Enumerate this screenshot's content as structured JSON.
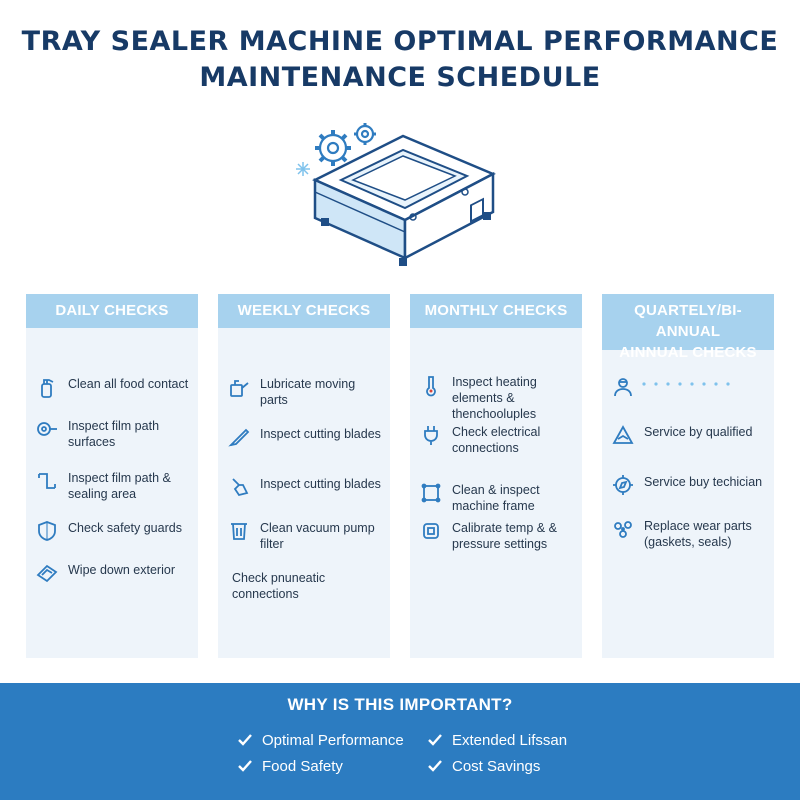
{
  "title": {
    "line1": "TRAY SEALER MACHINE OPTIMAL PERFORMANCE",
    "line2": "MAINTENANCE SCHEDULE"
  },
  "columns": [
    {
      "header": "DAILY CHECKS",
      "items": [
        {
          "icon": "spray-bottle-icon",
          "text": "Clean all food contact"
        },
        {
          "icon": "film-roll-icon",
          "text": "Inspect film path surfaces"
        },
        {
          "icon": "film-path-icon",
          "text": "Inspect film path & sealing area"
        },
        {
          "icon": "shield-icon",
          "text": "Check safety guards"
        },
        {
          "icon": "cloth-icon",
          "text": "Wipe down exterior"
        }
      ]
    },
    {
      "header": "WEEKLY CHECKS",
      "items": [
        {
          "icon": "oil-can-icon",
          "text": "Lubricate moving parts"
        },
        {
          "icon": "blade-icon",
          "text": "Inspect cutting blades"
        },
        {
          "icon": "blade-holder-icon",
          "text": "Inspect cutting blades"
        },
        {
          "icon": "filter-icon",
          "text": "Clean vacuum pump filter"
        },
        {
          "icon": "",
          "text": "Check pnuneatic connections"
        }
      ]
    },
    {
      "header": "MONTHLY CHECKS",
      "items": [
        {
          "icon": "thermometer-icon",
          "text": "Inspect heating elements & thenchooluples"
        },
        {
          "icon": "plug-icon",
          "text": "Check electrical connections"
        },
        {
          "icon": "frame-icon",
          "text": "Clean & inspect machine frame"
        },
        {
          "icon": "chip-icon",
          "text": "Calibrate temp & & pressure settings"
        }
      ]
    },
    {
      "header_line1": "QUARTELY/BI-ANNUAL",
      "header_line2": "AINNUAL CHECKS",
      "items": [
        {
          "icon": "technician-icon",
          "text": ""
        },
        {
          "icon": "warning-triangle-icon",
          "text": "Service by qualified"
        },
        {
          "icon": "compass-icon",
          "text": "Service buy techician"
        },
        {
          "icon": "parts-icon",
          "text": "Replace wear parts (gaskets, seals)"
        }
      ]
    }
  ],
  "footer": {
    "title": "WHY IS THIS IMPORTANT?",
    "benefits": [
      "Optimal Performance",
      "Extended Lifssan",
      "Food Safety",
      "Cost Savings"
    ]
  },
  "colors": {
    "title": "#173a66",
    "column_header": "#a7d2ee",
    "column_bg": "#eef4fa",
    "footer_bg": "#2c7cc1",
    "icon": "#2f7cc0"
  }
}
